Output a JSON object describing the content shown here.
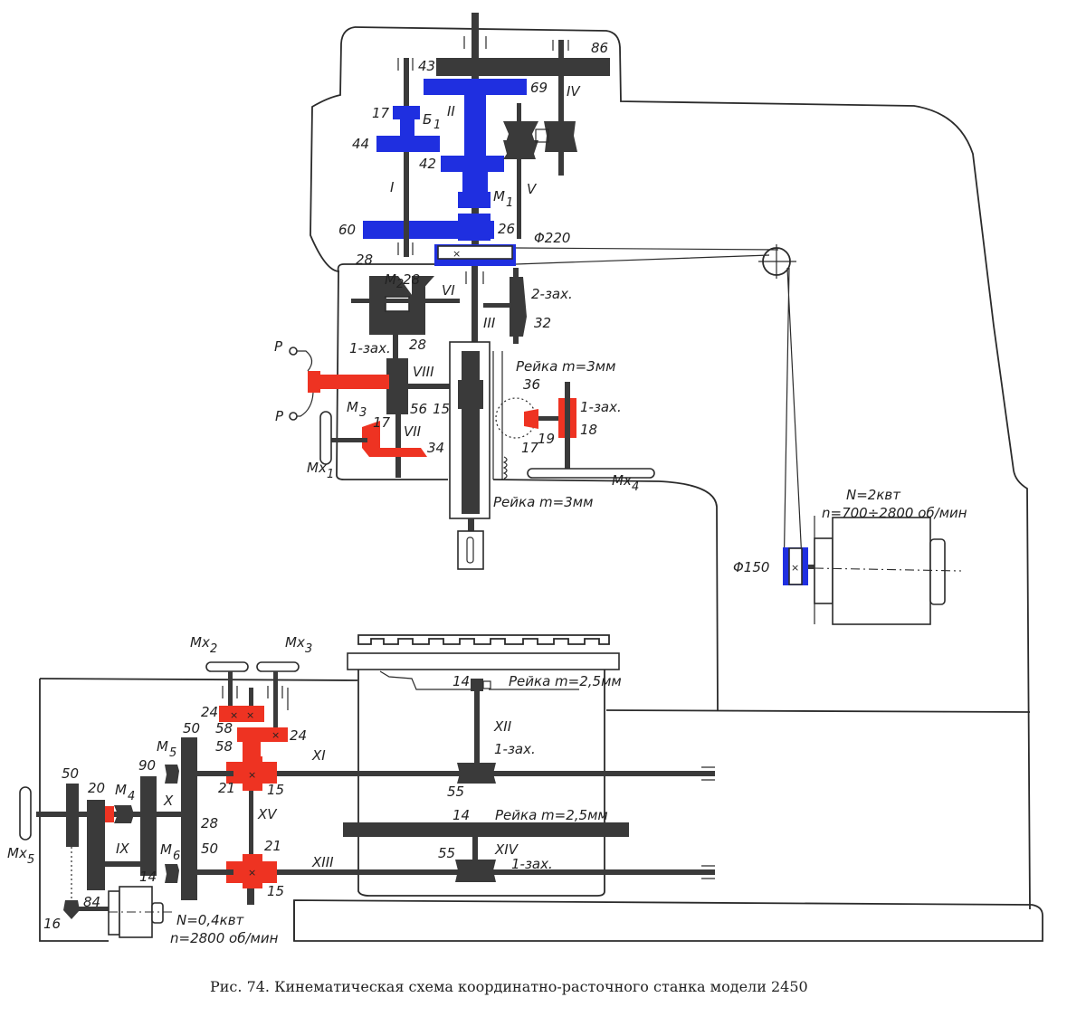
{
  "figure": {
    "caption": "Рис. 74. Кинематическая схема координатно-расточного станка модели 2450",
    "colors": {
      "ink": "#3a3a3a",
      "blue": "#1f2fe0",
      "red": "#ee3322",
      "paper": "#ffffff"
    }
  },
  "headstock": {
    "gear_labels": {
      "g43": "43",
      "g86": "86",
      "g69": "69",
      "g17": "17",
      "g44": "44",
      "g42": "42",
      "g60": "60",
      "g26": "26"
    },
    "shaft_labels": {
      "I": "I",
      "II": "II",
      "IV": "IV",
      "V": "V"
    },
    "block_label": "Б",
    "block_sub": "1",
    "clutch_label": "M",
    "clutch_sub": "1",
    "pulley_top": "Φ220"
  },
  "feed_box": {
    "labels": {
      "g28a": "28",
      "g28b": "28",
      "g28c": "28",
      "worm2": "2-зах.",
      "g32": "32",
      "worm1": "1-зах.",
      "g56": "56",
      "g15": "15",
      "g17": "17",
      "g34": "34",
      "g36": "36",
      "g19": "19",
      "g17b": "17",
      "g18": "18",
      "worm1b": "1-зах."
    },
    "shafts": {
      "VI": "VI",
      "III": "III",
      "VIII": "VIII",
      "VII": "VII"
    },
    "clutch2": "M",
    "clutch2_sub": "2",
    "clutch3": "M",
    "clutch3_sub": "3",
    "handles": {
      "p1": "P",
      "p2": "P",
      "mx1": "Mx",
      "mx1_sub": "1",
      "mx4": "Mx",
      "mx4_sub": "4"
    },
    "rack_top": "Рейка m=3мм",
    "rack_bottom": "Рейка m=3мм"
  },
  "motor_main": {
    "power": "N=2квт",
    "speed": "n=700÷2800 об/мин",
    "pulley": "Φ150"
  },
  "table_drive": {
    "handles": {
      "mx2": "Mx",
      "mx2_sub": "2",
      "mx3": "Mx",
      "mx3_sub": "3",
      "mx5": "Mx",
      "mx5_sub": "5"
    },
    "labels": {
      "g24a": "24",
      "g58a": "58",
      "g58b": "58",
      "g24b": "24",
      "g50a": "50",
      "g90": "90",
      "g21a": "21",
      "g15a": "15",
      "g50b": "50",
      "g20": "20",
      "g28": "28",
      "g50c": "50",
      "g21b": "21",
      "g14": "14",
      "g15b": "15",
      "g84": "84",
      "g16": "16",
      "g14top": "14",
      "g55a": "55",
      "g14mid": "14",
      "g55b": "55",
      "worm_a": "1-зах.",
      "worm_b": "1-зах."
    },
    "shafts": {
      "XI": "XI",
      "XII": "XII",
      "XIII": "XIII",
      "XIV": "XIV",
      "XV": "XV",
      "IX": "IX",
      "X": "X"
    },
    "clutches": {
      "m4": "M",
      "m4_sub": "4",
      "m5": "M",
      "m5_sub": "5",
      "m6": "M",
      "m6_sub": "6"
    },
    "rack_top": "Рейка m=2,5мм",
    "rack_mid": "Рейка m=2,5мм",
    "motor_power": "N=0,4квт",
    "motor_speed": "n=2800 об/мин"
  },
  "markers": {
    "cross": "×"
  }
}
